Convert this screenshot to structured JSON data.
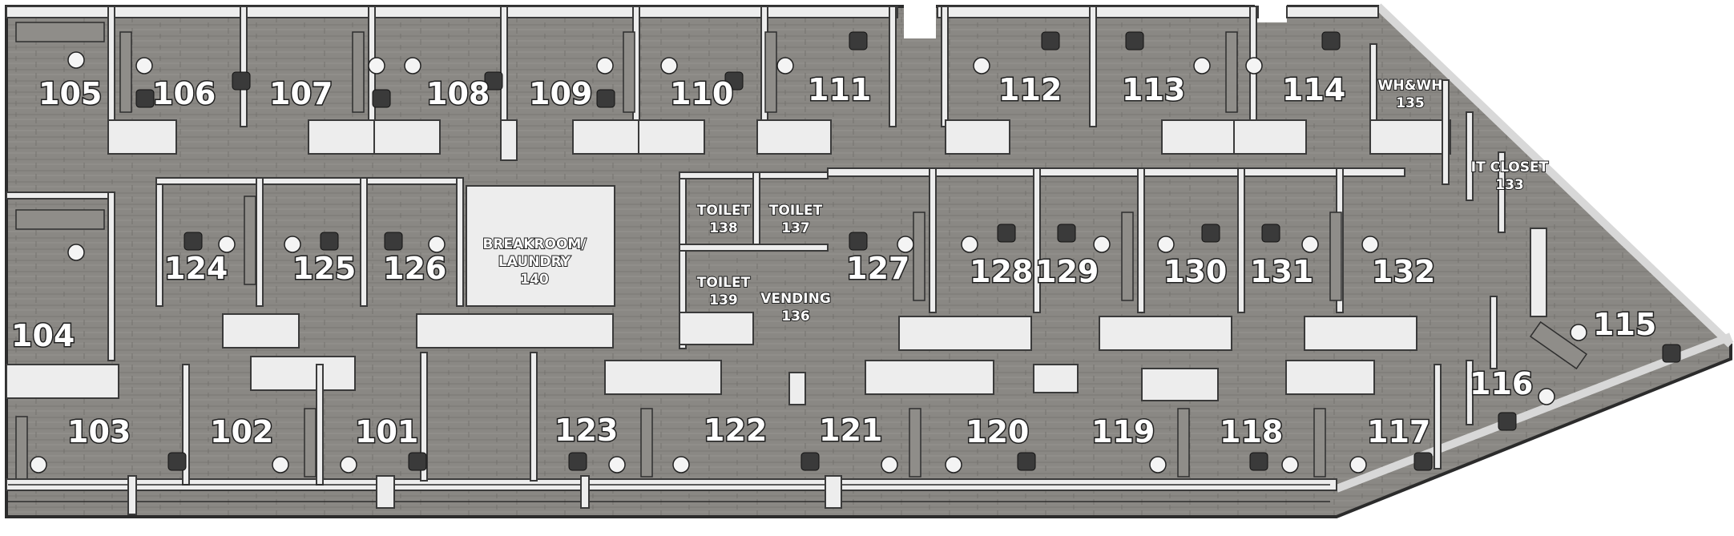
{
  "offices": {
    "r105": "105",
    "r106": "106",
    "r107": "107",
    "r108": "108",
    "r109": "109",
    "r110": "110",
    "r111": "111",
    "r112": "112",
    "r113": "113",
    "r114": "114",
    "r104": "104",
    "r103": "103",
    "r102": "102",
    "r101": "101",
    "r124": "124",
    "r125": "125",
    "r126": "126",
    "r127": "127",
    "r128": "128",
    "r129": "129",
    "r130": "130",
    "r131": "131",
    "r132": "132",
    "r123": "123",
    "r122": "122",
    "r121": "121",
    "r120": "120",
    "r119": "119",
    "r118": "118",
    "r117": "117",
    "r116": "116",
    "r115": "115"
  },
  "service_rooms": {
    "toilet138": {
      "name": "TOILET",
      "number": "138"
    },
    "toilet137": {
      "name": "TOILET",
      "number": "137"
    },
    "toilet139": {
      "name": "TOILET",
      "number": "139"
    },
    "vending136": {
      "name": "VENDING",
      "number": "136"
    },
    "breakroom140": {
      "name_line1": "BREAKROOM/",
      "name_line2": "LAUNDRY",
      "number": "140"
    },
    "whwh135": {
      "name": "WH&WH",
      "number": "135"
    },
    "itcloset133": {
      "name": "IT CLOSET",
      "number": "133"
    }
  },
  "colors": {
    "floor": "#8a8884",
    "wall": "#ededed",
    "desk": "#8f8d89",
    "label_fill": "#ffffff",
    "label_stroke": "#1f1f1f"
  }
}
